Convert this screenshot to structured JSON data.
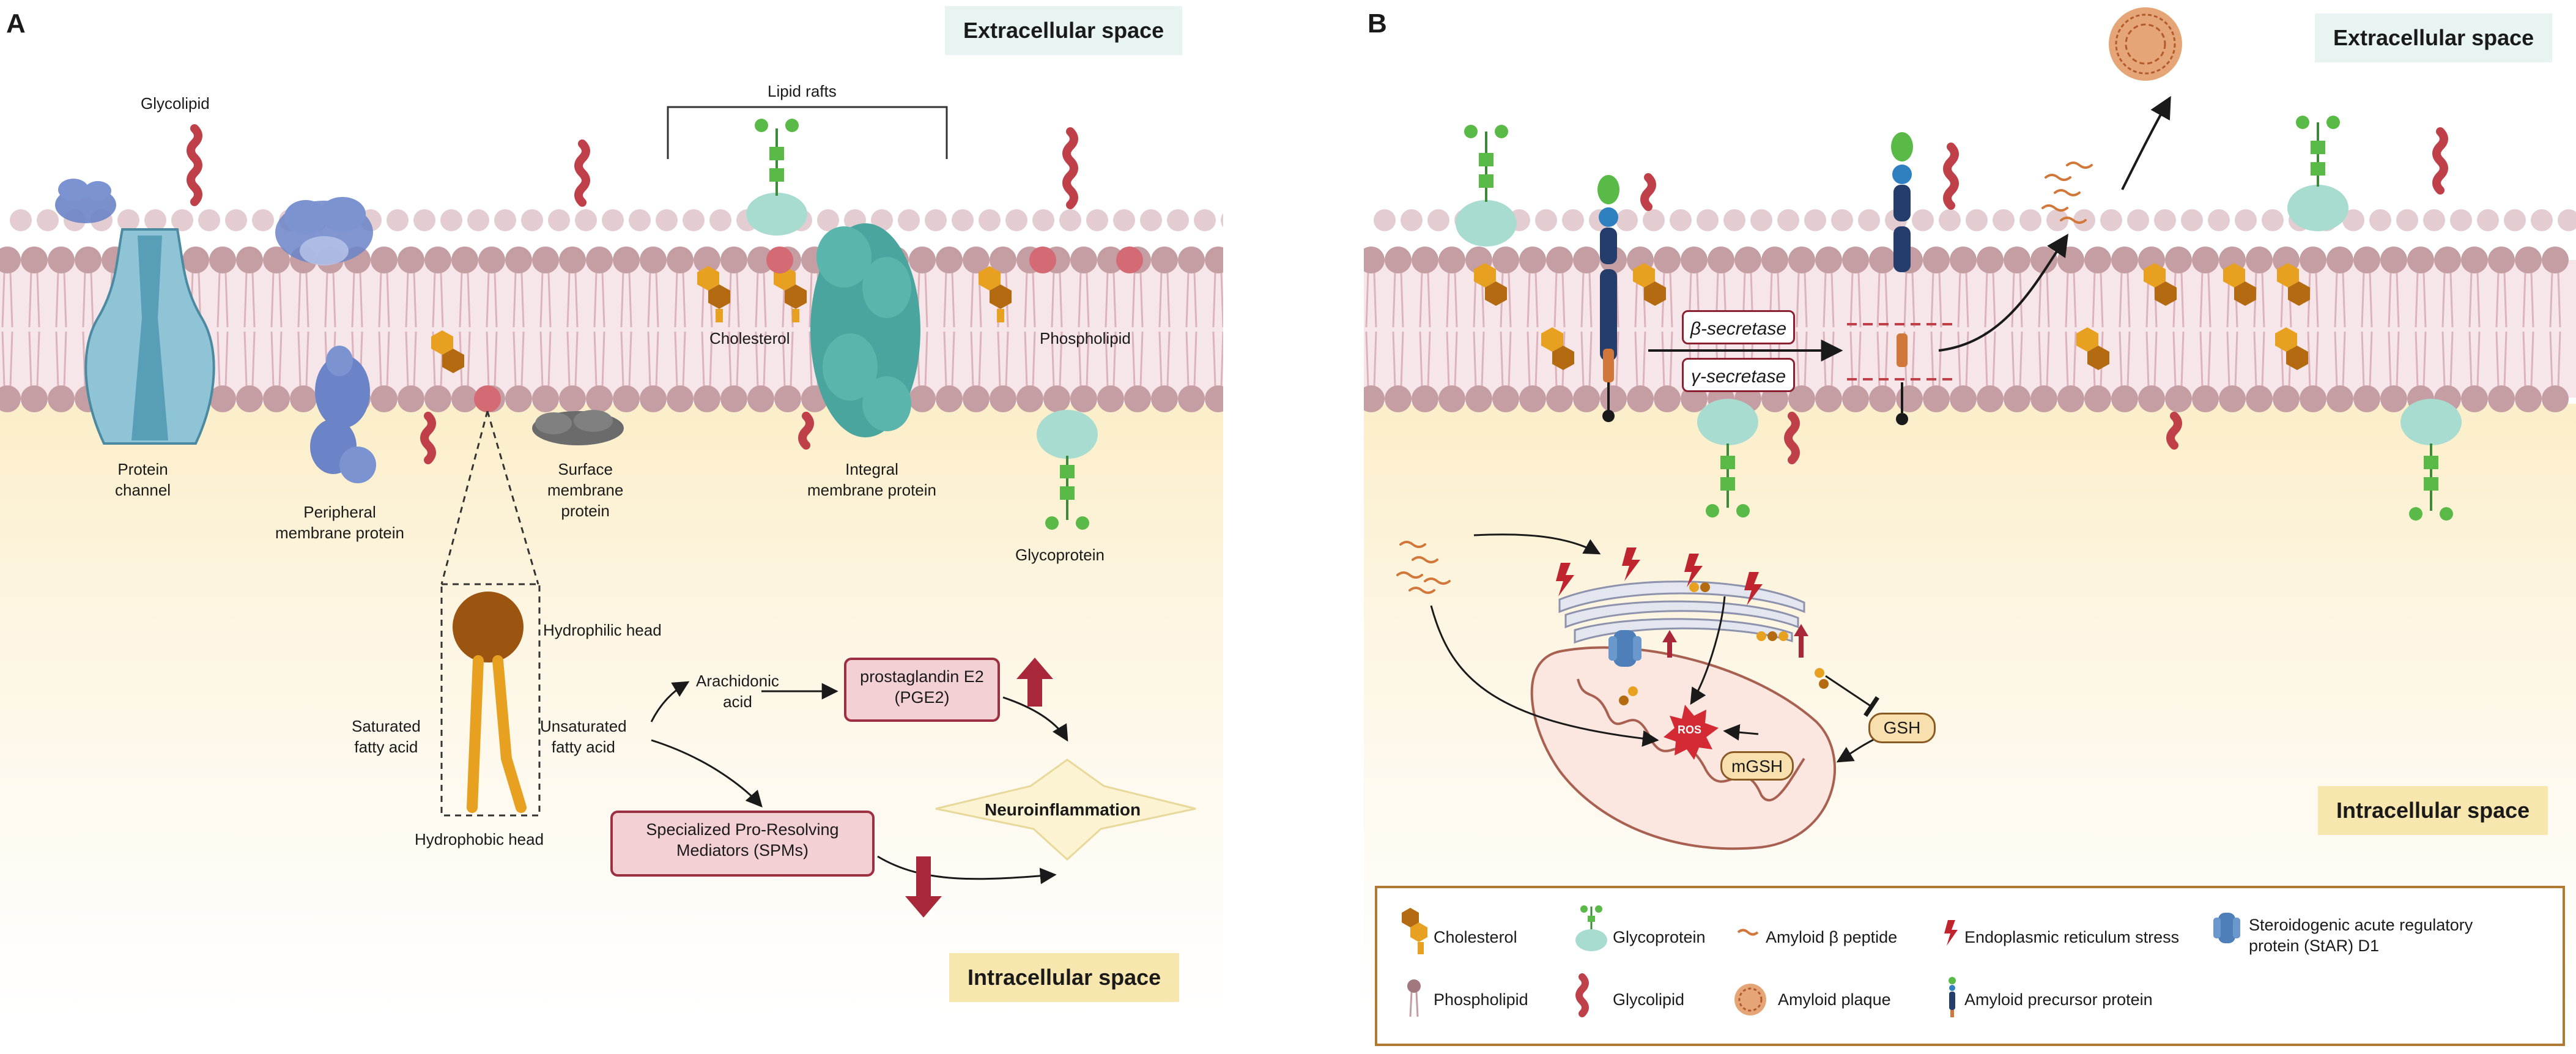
{
  "panel_a": {
    "letter": "A",
    "extracellular": "Extracellular space",
    "intracellular": "Intracellular space",
    "labels": {
      "glycolipid": "Glycolipid",
      "lipid_rafts": "Lipid rafts",
      "protein_channel": [
        "Protein",
        "channel"
      ],
      "peripheral": [
        "Peripheral",
        "membrane protein"
      ],
      "surface": [
        "Surface",
        "membrane",
        "protein"
      ],
      "cholesterol": "Cholesterol",
      "integral": [
        "Integral",
        "membrane protein"
      ],
      "phospholipid": "Phospholipid",
      "glycoprotein": "Glycoprotein",
      "hydrophilic_head": "Hydrophilic head",
      "hydrophobic_head": "Hydrophobic head",
      "saturated": [
        "Saturated",
        "fatty acid"
      ],
      "unsaturated": [
        "Unsaturated",
        "fatty acid"
      ],
      "arachidonic": [
        "Arachidonic",
        "acid"
      ],
      "pge2": [
        "prostaglandin E2",
        "(PGE2)"
      ],
      "spm": [
        "Specialized Pro-Resolving",
        "Mediators (SPMs)"
      ],
      "neuroinflammation": "Neuroinflammation"
    }
  },
  "panel_b": {
    "letter": "B",
    "extracellular": "Extracellular space",
    "intracellular": "Intracellular space",
    "beta_secretase": "β-secretase",
    "gamma_secretase": "γ-secretase",
    "ros": "ROS",
    "mgsh": "mGSH",
    "gsh": "GSH"
  },
  "legend": [
    {
      "icon": "cholesterol-icon",
      "label": "Cholesterol"
    },
    {
      "icon": "glycoprotein-icon",
      "label": "Glycoprotein"
    },
    {
      "icon": "amyloid-beta-peptide-icon",
      "label": "Amyloid β peptide"
    },
    {
      "icon": "er-stress-icon",
      "label": "Endoplasmic reticulum stress"
    },
    {
      "icon": "star-protein-icon",
      "label": [
        "Steroidogenic acute regulatory",
        "protein (StAR) D1"
      ]
    },
    {
      "icon": "phospholipid-icon",
      "label": "Phospholipid"
    },
    {
      "icon": "glycolipid-icon",
      "label": "Glycolipid"
    },
    {
      "icon": "amyloid-plaque-icon",
      "label": "Amyloid plaque"
    },
    {
      "icon": "amyloid-precursor-protein-icon",
      "label": "Amyloid precursor protein"
    }
  ],
  "colors": {
    "membrane_head": "#c49ea3",
    "membrane_core": "#f6e6ea",
    "cytoplasm": "#fbeec9",
    "cholesterol": "#e8a020",
    "glycolipid": "#c0404a",
    "channel": "#8fc3d6",
    "peripheral_protein": "#6b84c8",
    "integral_protein": "#4aa59e",
    "glycoprotein_body": "#a8dcd0",
    "glycan": "#5aba47",
    "app": "#243d6a",
    "amyloid": "#d2773a",
    "arrow_up_down": "#a8283a"
  }
}
